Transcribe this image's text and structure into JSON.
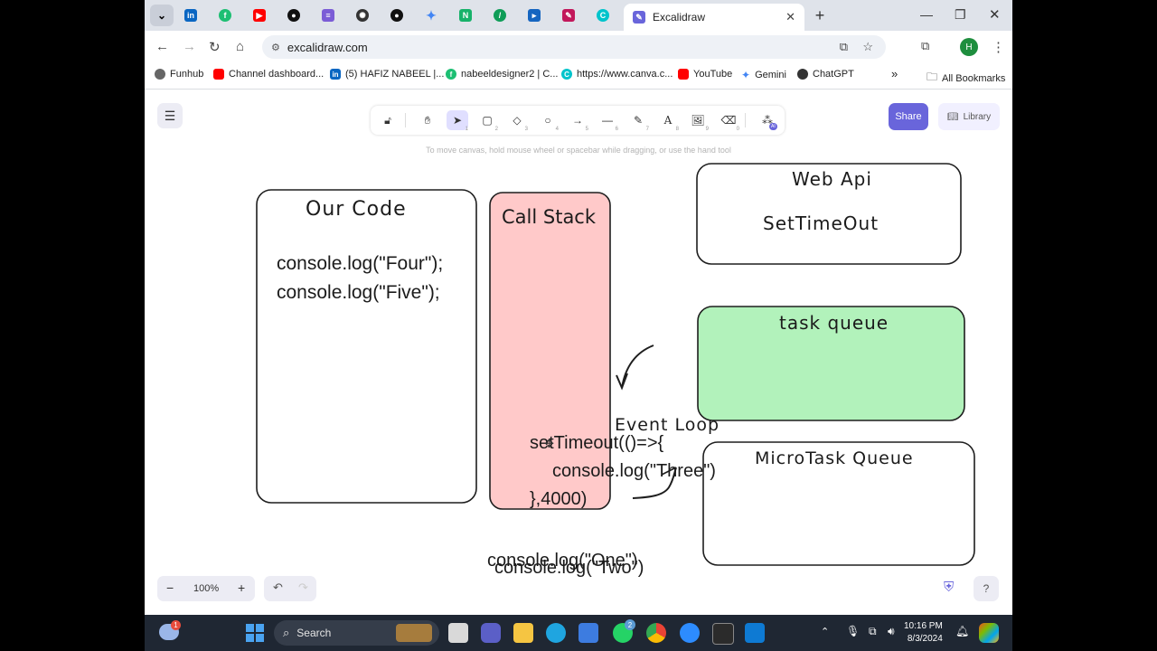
{
  "browser": {
    "active_tab_title": "Excalidraw",
    "url": "excalidraw.com",
    "profile_initial": "H",
    "bookmarks": [
      {
        "label": "Funhub"
      },
      {
        "label": "Channel dashboard..."
      },
      {
        "label": "(5) HAFIZ NABEEL |..."
      },
      {
        "label": "nabeeldesigner2 | C..."
      },
      {
        "label": "https://www.canva.c..."
      },
      {
        "label": "YouTube"
      },
      {
        "label": "Gemini"
      },
      {
        "label": "ChatGPT"
      }
    ],
    "all_bookmarks_label": "All Bookmarks"
  },
  "excalidraw": {
    "share_label": "Share",
    "library_label": "Library",
    "hint": "To move canvas, hold mouse wheel or spacebar while dragging, or use the hand tool",
    "zoom_level": "100%",
    "ai_badge": "AI",
    "tool_keys": [
      "1",
      "2",
      "3",
      "4",
      "5",
      "6",
      "7",
      "8",
      "9",
      "0"
    ]
  },
  "drawing": {
    "our_code_title": "Our Code",
    "our_code_lines": [
      "console.log(\"Four\");",
      "console.log(\"Five\");"
    ],
    "call_stack_title": "Call Stack",
    "web_api_title": "Web Api",
    "web_api_content": "SetTimeOut",
    "task_queue_title": "task queue",
    "event_loop_label": "Event Loop",
    "microtask_title": "MicroTask Queue",
    "settimeout_lines": [
      "setTimeout(()=>{",
      "console.log(\"Three\")",
      "},4000)"
    ],
    "bottom_lines": [
      "console.log(\"One\")",
      "console.log(\"Two\")"
    ]
  },
  "taskbar": {
    "search_placeholder": "Search",
    "time": "10:16 PM",
    "date": "8/3/2024",
    "weather_badge": "1",
    "whatsapp_badge": "2"
  },
  "colors": {
    "call_stack_fill": "#ffc9c9",
    "task_queue_fill": "#b2f2bb",
    "accent": "#6965db",
    "selection_bg": "#e0dfff"
  }
}
